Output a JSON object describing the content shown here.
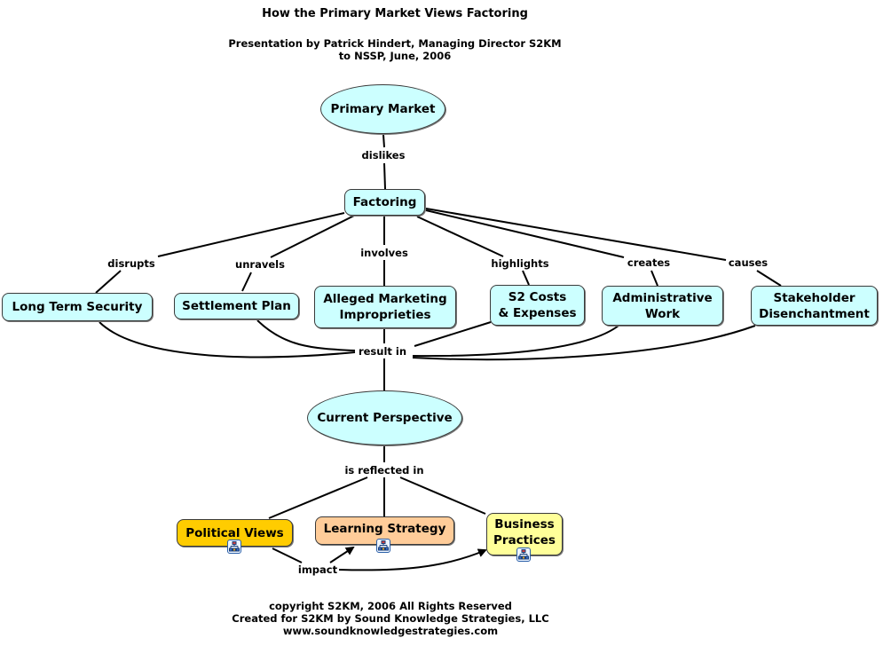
{
  "header": {
    "title": "How the Primary Market Views Factoring",
    "subtitle_line1": "Presentation by Patrick Hindert, Managing Director S2KM",
    "subtitle_line2": "to NSSP, June, 2006"
  },
  "colors": {
    "concept_fill": "#ccffff",
    "political_views_fill": "#ffcc00",
    "learning_strategy_fill": "#ffcc99",
    "business_practices_fill": "#ffff99",
    "line": "#000000"
  },
  "nodes": {
    "primary_market": "Primary Market",
    "factoring": "Factoring",
    "long_term_security": "Long Term Security",
    "settlement_plan": "Settlement Plan",
    "alleged_marketing_line1": "Alleged Marketing",
    "alleged_marketing_line2": "Improprieties",
    "s2_costs_line1": "S2 Costs",
    "s2_costs_line2": "& Expenses",
    "administrative_work_line1": "Administrative",
    "administrative_work_line2": "Work",
    "stakeholder_line1": "Stakeholder",
    "stakeholder_line2": "Disenchantment",
    "current_perspective": "Current Perspective",
    "political_views": "Political Views",
    "learning_strategy": "Learning Strategy",
    "business_practices_line1": "Business",
    "business_practices_line2": "Practices"
  },
  "links": {
    "dislikes": "dislikes",
    "disrupts": "disrupts",
    "unravels": "unravels",
    "involves": "involves",
    "highlights": "highlights",
    "creates": "creates",
    "causes": "causes",
    "result_in": "result in",
    "is_reflected_in": "is reflected in",
    "impact": "impact"
  },
  "footer": {
    "line1": "copyright S2KM, 2006 All Rights Reserved",
    "line2": "Created for S2KM by Sound Knowledge Strategies, LLC",
    "line3": "www.soundknowledgestrategies.com"
  }
}
